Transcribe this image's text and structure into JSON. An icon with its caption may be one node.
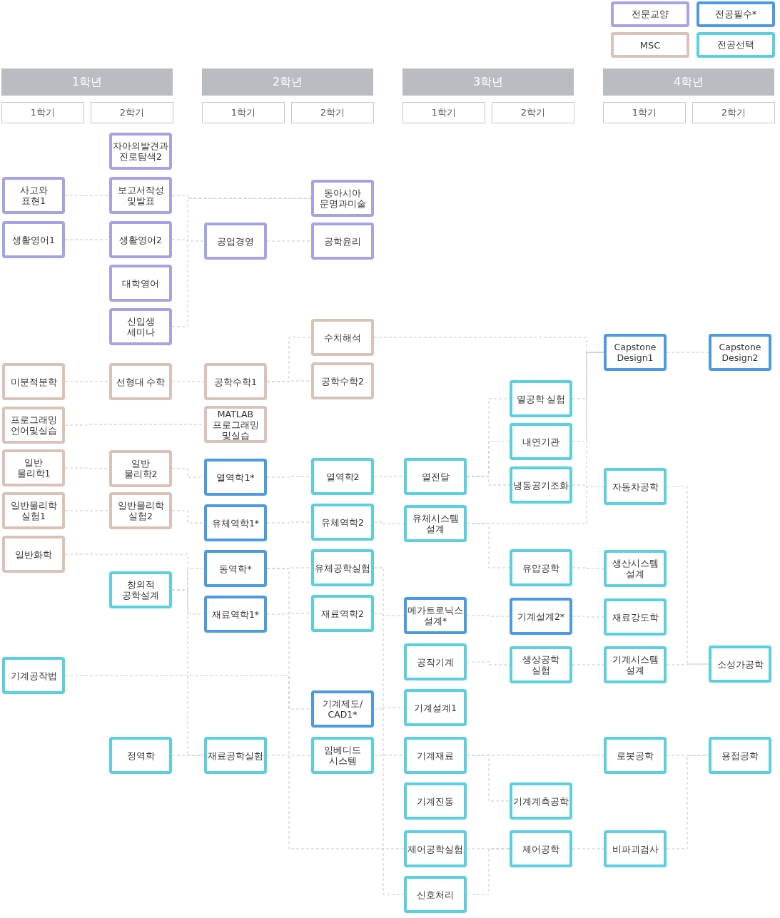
{
  "diagram": {
    "nodes": [
      {
        "text": [
          "1학년"
        ]
      },
      {
        "text": [
          "2학년"
        ]
      },
      {
        "text": [
          "3학년"
        ]
      },
      {
        "text": [
          "4학년"
        ]
      },
      {
        "text": [
          "1학기"
        ]
      },
      {
        "text": [
          "2학기"
        ]
      },
      {
        "text": [
          "1학기"
        ]
      },
      {
        "text": [
          "2학기"
        ]
      },
      {
        "text": [
          "1학기"
        ]
      },
      {
        "text": [
          "2학기"
        ]
      },
      {
        "text": [
          "1학기"
        ]
      },
      {
        "text": [
          "2학기"
        ]
      },
      {
        "text": [
          "사고와 표현1"
        ]
      },
      {
        "text": [
          "생활영어1"
        ]
      },
      {
        "text": [
          "미분적분학"
        ]
      },
      {
        "text": [
          "프로그래밍 언어및실습"
        ]
      },
      {
        "text": [
          "일반 물리학1"
        ]
      },
      {
        "text": [
          "일반물리학 실험1"
        ]
      },
      {
        "text": [
          "일반화학"
        ]
      },
      {
        "text": [
          "기계공작법"
        ]
      },
      {
        "text": [
          "자아의발견과 진로탐색2"
        ]
      },
      {
        "text": [
          "보고서작성 및발표"
        ]
      },
      {
        "text": [
          "생활영어2"
        ]
      },
      {
        "text": [
          "대학영어"
        ]
      },
      {
        "text": [
          "신입생 세미나"
        ]
      },
      {
        "text": [
          "선형대 수학"
        ]
      },
      {
        "text": [
          "일반 물리학2"
        ]
      },
      {
        "text": [
          "일반물리학 실험2"
        ]
      },
      {
        "text": [
          "창의적 공학설계"
        ]
      },
      {
        "text": [
          "정역학"
        ]
      },
      {
        "text": [
          "공업경영"
        ]
      },
      {
        "text": [
          "공학수학1"
        ]
      },
      {
        "text": [
          "MATLAB 프로그래밍 및실습"
        ]
      },
      {
        "text": [
          "열역학1*"
        ]
      },
      {
        "text": [
          "유체역학1*"
        ]
      },
      {
        "text": [
          "동역학*"
        ]
      },
      {
        "text": [
          "재료역학1*"
        ]
      },
      {
        "text": [
          "재료공학실험"
        ]
      },
      {
        "text": [
          "동아시아 문명과미술"
        ]
      },
      {
        "text": [
          "공학윤리"
        ]
      },
      {
        "text": [
          "수치해석"
        ]
      },
      {
        "text": [
          "공학수학2"
        ]
      },
      {
        "text": [
          "열역학2"
        ]
      },
      {
        "text": [
          "유체역학2"
        ]
      },
      {
        "text": [
          "유체공학실험"
        ]
      },
      {
        "text": [
          "재료역학2"
        ]
      },
      {
        "text": [
          "기계제도/ CAD1*"
        ]
      },
      {
        "text": [
          "임베디드 시스템"
        ]
      },
      {
        "text": [
          "열전달"
        ]
      },
      {
        "text": [
          "유체시스템 설계"
        ]
      },
      {
        "text": [
          "메가트로닉스 설계*"
        ]
      },
      {
        "text": [
          "공작기계"
        ]
      },
      {
        "text": [
          "기계설계1"
        ]
      },
      {
        "text": [
          "기계재료"
        ]
      },
      {
        "text": [
          "기계진동"
        ]
      },
      {
        "text": [
          "제어공학실험"
        ]
      },
      {
        "text": [
          "신호처리"
        ]
      },
      {
        "text": [
          "열공학 실험"
        ]
      },
      {
        "text": [
          "내연기관"
        ]
      },
      {
        "text": [
          "냉동공기조화"
        ]
      },
      {
        "text": [
          "유압공학"
        ]
      },
      {
        "text": [
          "기계설계2*"
        ]
      },
      {
        "text": [
          "생상공학 실험"
        ]
      },
      {
        "text": [
          "기계계측공학"
        ]
      },
      {
        "text": [
          "제어공학"
        ]
      },
      {
        "text": [
          "Capstone Design1"
        ]
      },
      {
        "text": [
          "자동차공학"
        ]
      },
      {
        "text": [
          "생산시스템 설계"
        ]
      },
      {
        "text": [
          "재료강도학"
        ]
      },
      {
        "text": [
          "기계시스템 설계"
        ]
      },
      {
        "text": [
          "로봇공학"
        ]
      },
      {
        "text": [
          "비파괴검사"
        ]
      },
      {
        "text": [
          "Capstone Design2"
        ]
      },
      {
        "text": [
          "소성가공학"
        ]
      },
      {
        "text": [
          "용접공학"
        ]
      }
    ],
    "edges": [
      {
        "from": 12,
        "to": 21,
        "arrow": "none"
      },
      {
        "from": 21,
        "to": 38,
        "arrow": "none"
      },
      {
        "from": 13,
        "to": 22,
        "arrow": "none"
      },
      {
        "from": 22,
        "to": 30,
        "arrow": "none"
      },
      {
        "from": 30,
        "to": 39,
        "arrow": "none"
      },
      {
        "from": 24,
        "to": 38,
        "arrow": "none"
      },
      {
        "from": 14,
        "to": 25,
        "arrow": "none"
      },
      {
        "from": 25,
        "to": 31,
        "arrow": "none"
      },
      {
        "from": 15,
        "to": 32,
        "arrow": "none"
      },
      {
        "from": 16,
        "to": 26,
        "arrow": "none"
      },
      {
        "from": 17,
        "to": 27,
        "arrow": "none"
      },
      {
        "from": 26,
        "to": 33,
        "arrow": "none"
      },
      {
        "from": 27,
        "to": 34,
        "arrow": "none"
      },
      {
        "from": 18,
        "to": 37,
        "arrow": "none"
      },
      {
        "from": 28,
        "to": 35,
        "arrow": "none"
      },
      {
        "from": 28,
        "to": 36,
        "arrow": "none"
      },
      {
        "from": 29,
        "to": 37,
        "arrow": "none"
      },
      {
        "from": 31,
        "to": 41,
        "arrow": "none"
      },
      {
        "from": 31,
        "to": 40,
        "arrow": "none"
      },
      {
        "from": 40,
        "to": 65,
        "arrow": "none"
      },
      {
        "from": 65,
        "to": 72,
        "arrow": "none"
      },
      {
        "from": 33,
        "to": 42,
        "arrow": "none"
      },
      {
        "from": 42,
        "to": 48,
        "arrow": "none"
      },
      {
        "from": 48,
        "to": 57,
        "arrow": "none"
      },
      {
        "from": 48,
        "to": 58,
        "arrow": "none"
      },
      {
        "from": 48,
        "to": 59,
        "arrow": "none"
      },
      {
        "from": 59,
        "to": 66,
        "arrow": "none"
      },
      {
        "from": 57,
        "to": 65,
        "arrow": "none"
      },
      {
        "from": 58,
        "to": 65,
        "arrow": "none"
      },
      {
        "from": 34,
        "to": 43,
        "arrow": "none"
      },
      {
        "from": 43,
        "to": 49,
        "arrow": "none"
      },
      {
        "from": 49,
        "to": 60,
        "arrow": "none"
      },
      {
        "from": 49,
        "to": 65,
        "arrow": "none"
      },
      {
        "from": 60,
        "to": 67,
        "arrow": "none"
      },
      {
        "from": 35,
        "to": 44,
        "arrow": "none"
      },
      {
        "from": 35,
        "to": 55,
        "arrow": "none"
      },
      {
        "from": 19,
        "to": 46,
        "arrow": "none"
      },
      {
        "from": 36,
        "to": 45,
        "arrow": "none"
      },
      {
        "from": 45,
        "to": 50,
        "arrow": "none"
      },
      {
        "from": 50,
        "to": 61,
        "arrow": "none"
      },
      {
        "from": 61,
        "to": 68,
        "arrow": "none"
      },
      {
        "from": 46,
        "to": 52,
        "arrow": "none"
      },
      {
        "from": 37,
        "to": 47,
        "arrow": "none"
      },
      {
        "from": 47,
        "to": 53,
        "arrow": "none"
      },
      {
        "from": 44,
        "to": 56,
        "arrow": "none"
      },
      {
        "from": 51,
        "to": 62,
        "arrow": "none"
      },
      {
        "from": 62,
        "to": 69,
        "arrow": "none"
      },
      {
        "from": 69,
        "to": 73,
        "arrow": "none"
      },
      {
        "from": 53,
        "to": 70,
        "arrow": "none"
      },
      {
        "from": 53,
        "to": 63,
        "arrow": "none"
      },
      {
        "from": 70,
        "to": 74,
        "arrow": "none"
      },
      {
        "from": 55,
        "to": 64,
        "arrow": "none"
      },
      {
        "from": 56,
        "to": 64,
        "arrow": "none"
      },
      {
        "from": 64,
        "to": 71,
        "arrow": "none"
      },
      {
        "from": 66,
        "to": 73,
        "arrow": "none"
      },
      {
        "from": 71,
        "to": 74,
        "arrow": "none"
      }
    ],
    "legend": [
      {
        "text": "전문교양",
        "color": "#a5a3e8"
      },
      {
        "text": "전공필수*",
        "color": "#4a9be3"
      },
      {
        "text": "MSC",
        "color": "#d9c3b8"
      },
      {
        "text": "전공선택",
        "color": "#5acfe0"
      }
    ]
  }
}
